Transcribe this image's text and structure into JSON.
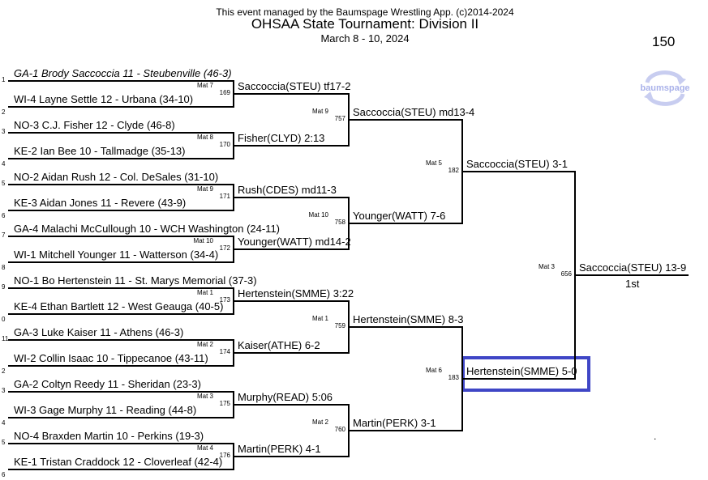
{
  "header": {
    "managed_by": "This event managed by the Baumspage Wrestling App. (c)2014-2024",
    "title": "OHSAA State Tournament: Division II",
    "dates": "March 8 - 10, 2024",
    "weight_class": "150",
    "logo_text": "baumspage"
  },
  "round1": [
    {
      "seed": "1",
      "name": "GA-1 Brody Saccoccia 11 - Steubenville (46-3)",
      "italic": true
    },
    {
      "seed": "2",
      "name": "WI-4 Layne Settle 12 - Urbana (34-10)"
    },
    {
      "seed": "3",
      "name": "NO-3 C.J. Fisher 12 - Clyde (46-8)"
    },
    {
      "seed": "4",
      "name": "KE-2 Ian Bee 10 - Tallmadge (35-13)"
    },
    {
      "seed": "5",
      "name": "NO-2 Aidan Rush 12 - Col. DeSales (31-10)"
    },
    {
      "seed": "6",
      "name": "KE-3 Aidan Jones 11 - Revere (43-9)"
    },
    {
      "seed": "7",
      "name": "GA-4 Malachi McCullough 10 - WCH Washington (24-11)"
    },
    {
      "seed": "8",
      "name": "WI-1 Mitchell Younger 11 - Watterson (34-4)"
    },
    {
      "seed": "9",
      "name": "NO-1 Bo Hertenstein 11 - St. Marys Memorial (37-3)"
    },
    {
      "seed": "0",
      "name": "KE-4 Ethan Bartlett 12 - West Geauga (40-5)"
    },
    {
      "seed": "11",
      "name": "GA-3 Luke Kaiser 11 - Athens (46-3)"
    },
    {
      "seed": "2",
      "name": "WI-2 Collin Isaac 10 - Tippecanoe (43-11)"
    },
    {
      "seed": "3",
      "name": "GA-2 Coltyn Reedy 11 - Sheridan (23-3)"
    },
    {
      "seed": "4",
      "name": "WI-3 Gage Murphy 11 - Reading (44-8)"
    },
    {
      "seed": "5",
      "name": "NO-4 Braxden Martin 10 - Perkins (19-3)"
    },
    {
      "seed": "6",
      "name": "KE-1 Tristan Craddock 12 - Cloverleaf (42-4)"
    }
  ],
  "round2": [
    {
      "mat": "Mat 7",
      "bout": "169",
      "result": "Saccoccia(STEU) tf17-2"
    },
    {
      "mat": "Mat 8",
      "bout": "170",
      "result": "Fisher(CLYD) 2:13"
    },
    {
      "mat": "Mat 9",
      "bout": "171",
      "result": "Rush(CDES) md11-3"
    },
    {
      "mat": "Mat 10",
      "bout": "172",
      "result": "Younger(WATT) md14-2"
    },
    {
      "mat": "Mat 1",
      "bout": "173",
      "result": "Hertenstein(SMME) 3:22"
    },
    {
      "mat": "Mat 2",
      "bout": "174",
      "result": "Kaiser(ATHE) 6-2"
    },
    {
      "mat": "Mat 3",
      "bout": "175",
      "result": "Murphy(READ) 5:06"
    },
    {
      "mat": "Mat 4",
      "bout": "176",
      "result": "Martin(PERK) 4-1"
    }
  ],
  "round3": [
    {
      "mat": "Mat 9",
      "bout": "757",
      "result": "Saccoccia(STEU) md13-4"
    },
    {
      "mat": "Mat 10",
      "bout": "758",
      "result": "Younger(WATT) 7-6"
    },
    {
      "mat": "Mat 1",
      "bout": "759",
      "result": "Hertenstein(SMME) 8-3"
    },
    {
      "mat": "Mat 2",
      "bout": "760",
      "result": "Martin(PERK) 3-1"
    }
  ],
  "round4": [
    {
      "mat": "Mat 5",
      "bout": "182",
      "result": "Saccoccia(STEU) 3-1"
    },
    {
      "mat": "Mat 6",
      "bout": "183",
      "result": "Hertenstein(SMME) 5-0"
    }
  ],
  "final": [
    {
      "mat": "Mat 3",
      "bout": "656",
      "result": "Saccoccia(STEU) 13-9",
      "place": "1st"
    }
  ],
  "footer_mark": "."
}
